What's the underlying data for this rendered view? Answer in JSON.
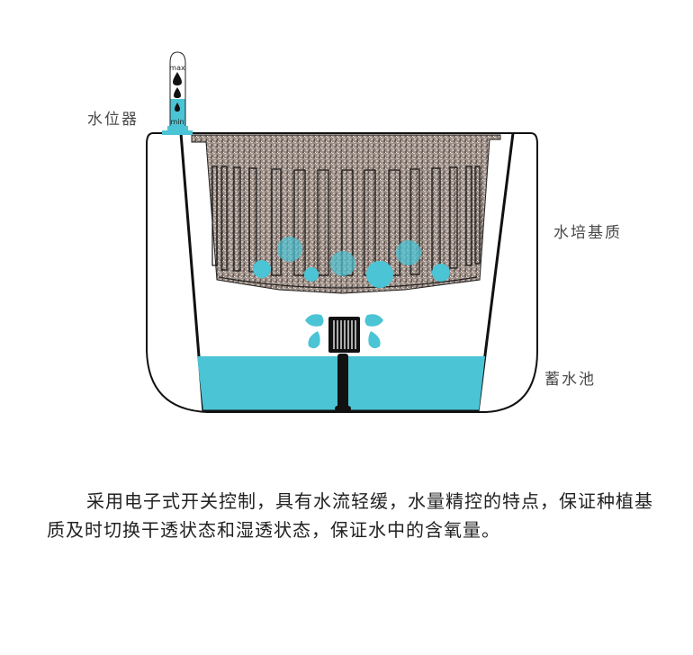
{
  "diagram": {
    "labels": {
      "water_level_indicator": "水位器",
      "substrate": "水培基质",
      "reservoir": "蓄水池"
    },
    "indicator": {
      "max_label": "max",
      "min_label": "min"
    },
    "colors": {
      "water": "#4bc4d5",
      "outline": "#111111",
      "substrate": "#9a8c84",
      "background": "#ffffff"
    }
  },
  "description": {
    "text": "采用电子式开关控制，具有水流轻缓，水量精控的特点，保证种植基质及时切换干透状态和湿透状态，保证水中的含氧量。"
  }
}
